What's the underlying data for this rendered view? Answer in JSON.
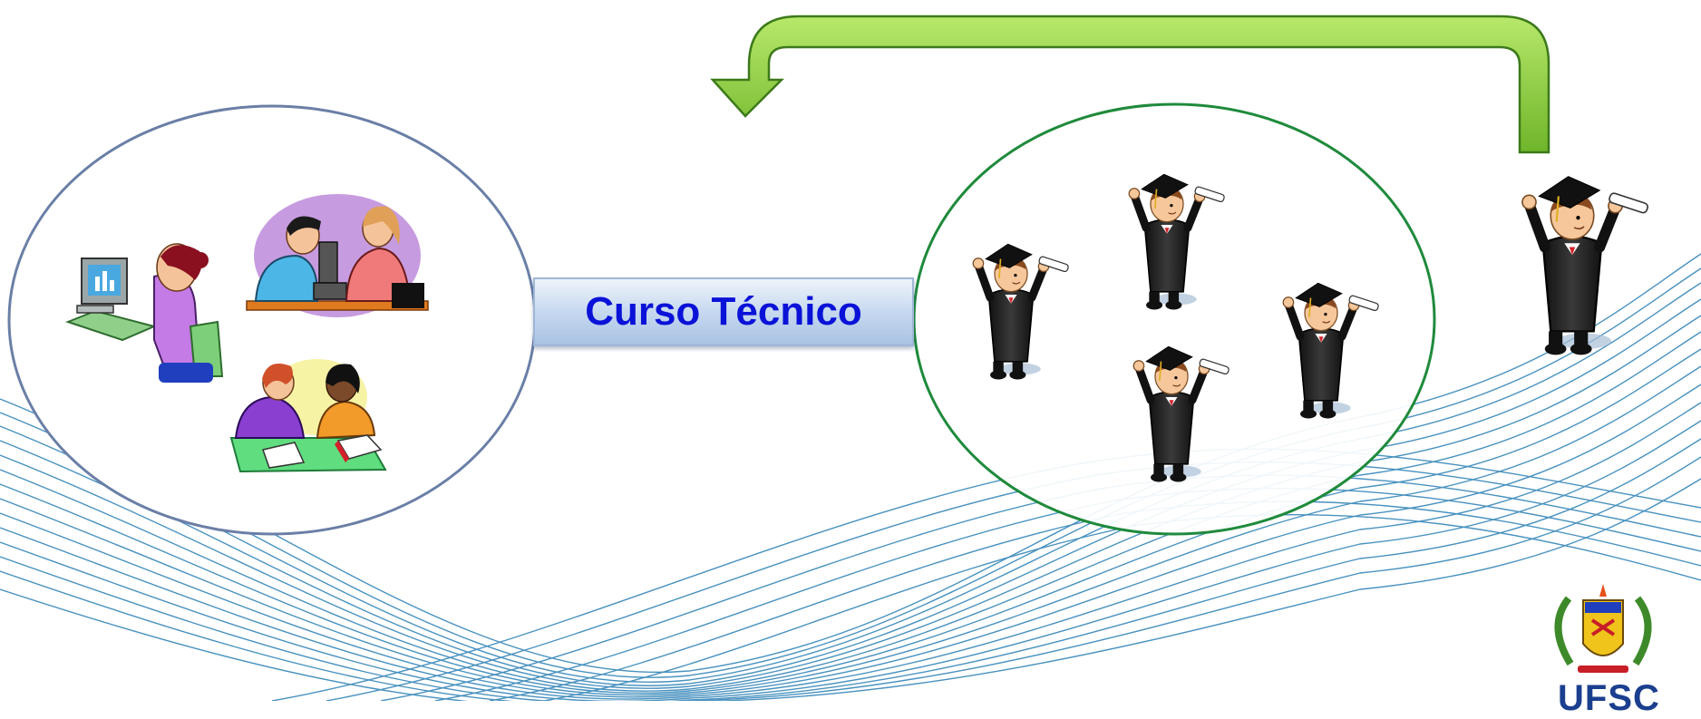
{
  "diagram": {
    "center_label": "Curso Técnico",
    "logo_text": "UFSC"
  },
  "icons": {
    "left_group": [
      "woman-at-computer-icon",
      "students-with-microscope-icon",
      "students-studying-icon"
    ],
    "right_group": [
      "graduate-icon",
      "graduate-icon",
      "graduate-icon",
      "graduate-icon"
    ],
    "outside": [
      "graduate-icon"
    ],
    "arrow": "curved-return-arrow",
    "logo": "ufsc-crest-icon"
  },
  "colors": {
    "label_text": "#0a12d8",
    "arrow_fill": "#8ccf3a",
    "left_ellipse_stroke": "#6a7fa6",
    "right_ellipse_stroke": "#1f8a3c",
    "wave_lines": "#2a7fb5"
  }
}
